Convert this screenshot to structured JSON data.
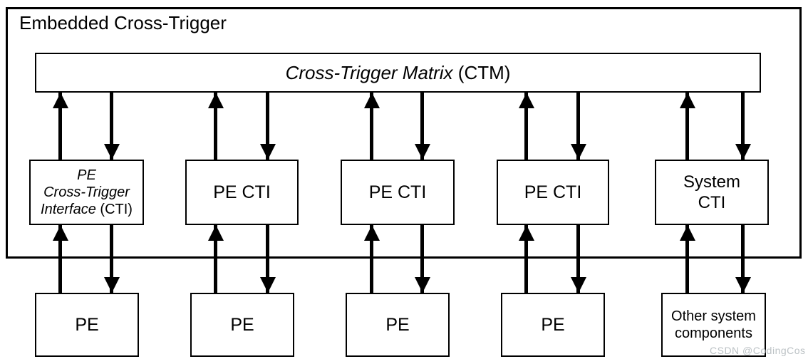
{
  "title": "Embedded Cross-Trigger",
  "ctm": {
    "name_italic": "Cross-Trigger Matrix",
    "name_regular": " (CTM)"
  },
  "cti_boxes": {
    "box1": {
      "line1": "PE",
      "line2": "Cross-Trigger",
      "line3_italic": "Interface",
      "line3_regular": " (CTI)"
    },
    "box2": {
      "label": "PE CTI"
    },
    "box3": {
      "label": "PE CTI"
    },
    "box4": {
      "label": "PE CTI"
    },
    "box5": {
      "line1": "System",
      "line2": "CTI"
    }
  },
  "bottom_boxes": {
    "pe1": {
      "label": "PE"
    },
    "pe2": {
      "label": "PE"
    },
    "pe3": {
      "label": "PE"
    },
    "pe4": {
      "label": "PE"
    },
    "other": {
      "line1": "Other system",
      "line2": "components"
    }
  },
  "connections_note": "bidirectional trigger signal arrows between CTM and each CTI, and between each CTI and its PE / system component",
  "watermark": "CSDN @CodingCos",
  "colors": {
    "line": "#000000",
    "background": "#ffffff",
    "watermark_gray": "#bcc2c5"
  }
}
